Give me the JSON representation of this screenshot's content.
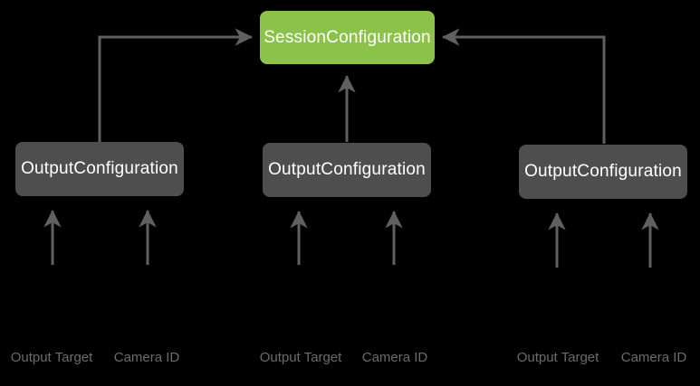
{
  "diagram": {
    "session_node": {
      "label": "SessionConfiguration"
    },
    "output_nodes": [
      {
        "label": "OutputConfiguration"
      },
      {
        "label": "OutputConfiguration"
      },
      {
        "label": "OutputConfiguration"
      }
    ],
    "input_labels": [
      {
        "output_target": "Output Target",
        "camera_id": "Camera ID"
      },
      {
        "output_target": "Output Target",
        "camera_id": "Camera ID"
      },
      {
        "output_target": "Output Target",
        "camera_id": "Camera ID"
      }
    ],
    "colors": {
      "background": "#000000",
      "session_node_fill": "#8BC34A",
      "output_node_fill": "#4E4E4E",
      "node_text": "#FFFFFF",
      "arrow": "#606060",
      "input_label_text": "#6B6B6B"
    }
  }
}
